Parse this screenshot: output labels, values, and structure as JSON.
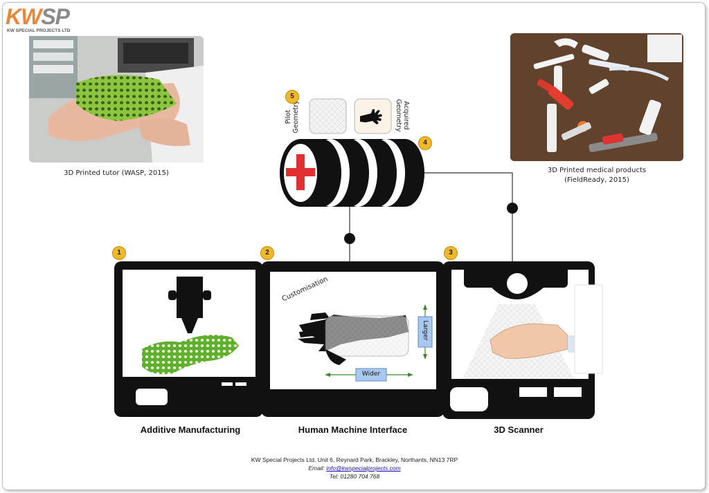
{
  "logo": {
    "kw": "KW",
    "sp": "SP",
    "subtitle": "KW SPECIAL PROJECTS LTD"
  },
  "photos": {
    "left_caption": "3D Printed tutor (WASP, 2015)",
    "right_caption_line1": "3D Printed medical products",
    "right_caption_line2": "(FieldReady, 2015)"
  },
  "database": {
    "pilot_line1": "Pilot",
    "pilot_line2": "Geometry",
    "acquired_line1": "Acquired",
    "acquired_line2": "Geometry"
  },
  "badges": {
    "b1": "1",
    "b2": "2",
    "b3": "3",
    "b4": "4",
    "b5": "5"
  },
  "hmi": {
    "customisation": "Customisation",
    "larger": "Larger",
    "wider": "Wider"
  },
  "labels": {
    "additive": "Additive Manufacturing",
    "hmi": "Human Machine Interface",
    "scanner": "3D Scanner"
  },
  "footer": {
    "address": "KW Special Projects Ltd, Unit 6, Reynard Park, Brackley, Northants, NN13 7RP",
    "email_label": "Email:",
    "email": "info@kwspecialprojects.com",
    "tel": "Tel: 01280 704 768"
  },
  "colors": {
    "accent": "#f0b82a",
    "brand_orange": "#e8863a",
    "cross_red": "#e03030",
    "print_green": "#7ab648"
  }
}
